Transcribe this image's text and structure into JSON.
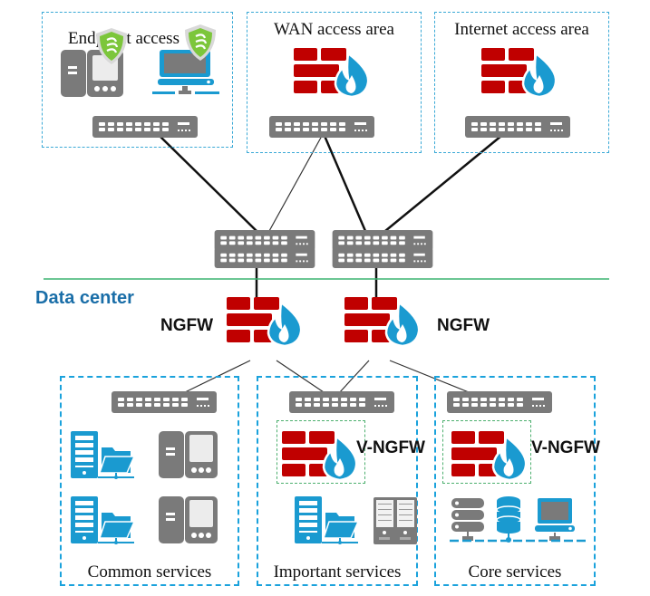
{
  "diagram": {
    "top_zones": [
      {
        "id": "endpoint",
        "label": "Endpoint access"
      },
      {
        "id": "wan",
        "label": "WAN access area"
      },
      {
        "id": "internet",
        "label": "Internet access area"
      }
    ],
    "data_center_label": "Data center",
    "ngfw_labels": [
      "NGFW",
      "NGFW"
    ],
    "service_zones": [
      {
        "id": "common",
        "label": "Common services"
      },
      {
        "id": "important",
        "label": "Important services",
        "vfw_label": "V-NGFW"
      },
      {
        "id": "core",
        "label": "Core services",
        "vfw_label": "V-NGFW"
      }
    ],
    "colors": {
      "firewall_red": "#c00000",
      "flame_blue": "#1a9ad0",
      "device_gray": "#7a7a7a",
      "device_blue": "#1a9ad0",
      "zone_border": "#1aa2dc",
      "divider_green": "#3cb371",
      "vfw_border": "#4caf6e",
      "shield_green": "#7cc63b"
    }
  }
}
